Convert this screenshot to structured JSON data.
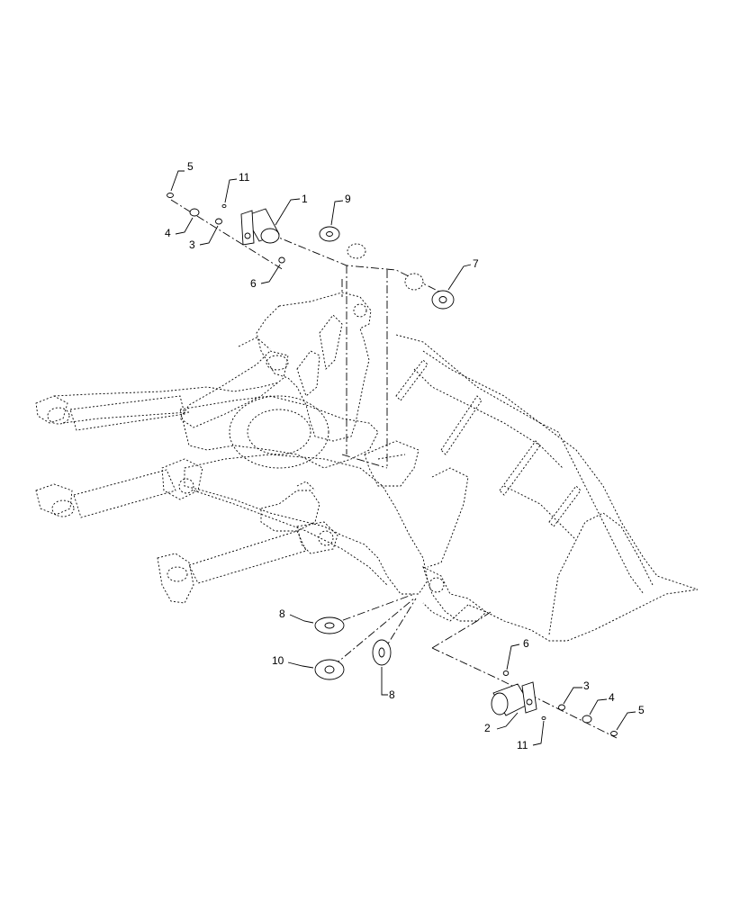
{
  "callouts": [
    {
      "id": "c1",
      "label": "1"
    },
    {
      "id": "c2",
      "label": "2"
    },
    {
      "id": "c3a",
      "label": "3"
    },
    {
      "id": "c3b",
      "label": "3"
    },
    {
      "id": "c4a",
      "label": "4"
    },
    {
      "id": "c4b",
      "label": "4"
    },
    {
      "id": "c5a",
      "label": "5"
    },
    {
      "id": "c5b",
      "label": "5"
    },
    {
      "id": "c6a",
      "label": "6"
    },
    {
      "id": "c6b",
      "label": "6"
    },
    {
      "id": "c7",
      "label": "7"
    },
    {
      "id": "c8a",
      "label": "8"
    },
    {
      "id": "c8b",
      "label": "8"
    },
    {
      "id": "c9",
      "label": "9"
    },
    {
      "id": "c10",
      "label": "10"
    },
    {
      "id": "c11a",
      "label": "11"
    },
    {
      "id": "c11b",
      "label": "11"
    }
  ]
}
